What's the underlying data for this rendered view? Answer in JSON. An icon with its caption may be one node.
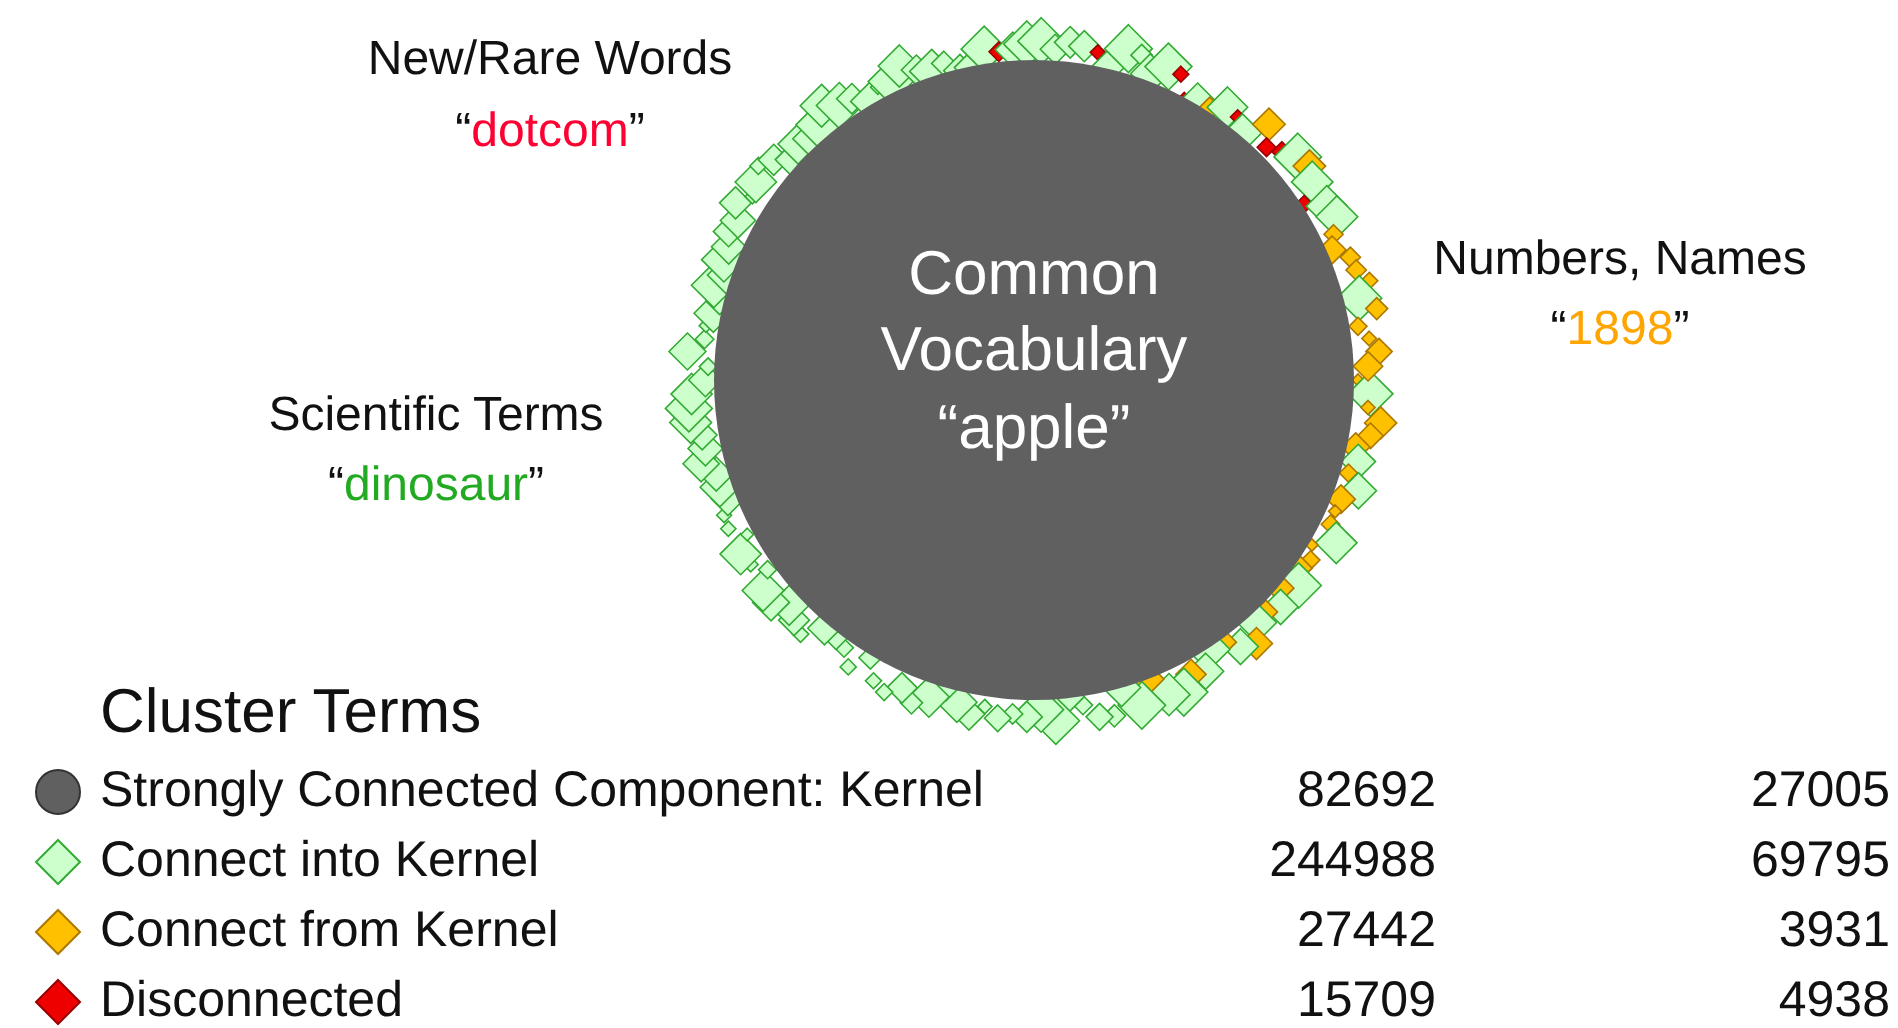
{
  "diagram": {
    "nodes": [
      {
        "text": [
          "Common Vocabulary",
          "“apple”"
        ]
      }
    ],
    "edges": [],
    "labels": [
      "New/Rare Words",
      "“dotcom”",
      "Numbers, Names",
      "“1898”",
      "Scientific Terms",
      "“dinosaur”",
      "Cluster Terms",
      "82692",
      "27005",
      "244988",
      "69795",
      "27442",
      "3931",
      "15709",
      "4938"
    ],
    "legend": [
      {
        "text": "Strongly Connected Component: Kernel",
        "color": "#606060"
      },
      {
        "text": "Connect into Kernel",
        "color": "#ccffcc"
      },
      {
        "text": "Connect from Kernel",
        "color": "#ffc000"
      },
      {
        "text": "Disconnected",
        "color": "#ee0000"
      }
    ]
  }
}
